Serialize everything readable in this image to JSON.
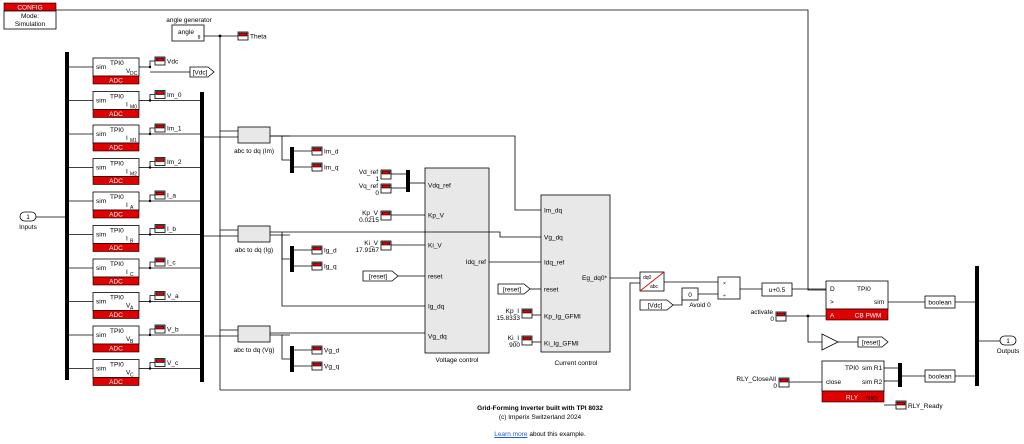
{
  "config": {
    "label": "CONFIG",
    "mode_label": "Mode:",
    "mode_value": "Simulation"
  },
  "angle_gen": {
    "title": "angle generator",
    "inner": "angle",
    "port": "θ",
    "out": "Theta"
  },
  "inputs": {
    "num": "1",
    "label": "Inputs"
  },
  "outputs": {
    "num": "1",
    "label": "Outputs"
  },
  "adc_blocks": [
    {
      "sim": "sim",
      "tpi": "TPI0",
      "sig": "V",
      "sub": "DC",
      "adc": "ADC",
      "out": "Vdc"
    },
    {
      "sim": "sim",
      "tpi": "TPI0",
      "sig": "I",
      "sub": "M0",
      "adc": "ADC",
      "out": "Im_0"
    },
    {
      "sim": "sim",
      "tpi": "TPI0",
      "sig": "I",
      "sub": "M1",
      "adc": "ADC",
      "out": "Im_1"
    },
    {
      "sim": "sim",
      "tpi": "TPI0",
      "sig": "I",
      "sub": "M2",
      "adc": "ADC",
      "out": "Im_2"
    },
    {
      "sim": "sim",
      "tpi": "TPI0",
      "sig": "I",
      "sub": "A",
      "adc": "ADC",
      "out": "I_a"
    },
    {
      "sim": "sim",
      "tpi": "TPI0",
      "sig": "I",
      "sub": "B",
      "adc": "ADC",
      "out": "I_b"
    },
    {
      "sim": "sim",
      "tpi": "TPI0",
      "sig": "I",
      "sub": "C",
      "adc": "ADC",
      "out": "I_c"
    },
    {
      "sim": "sim",
      "tpi": "TPI0",
      "sig": "V",
      "sub": "A",
      "adc": "ADC",
      "out": "V_a"
    },
    {
      "sim": "sim",
      "tpi": "TPI0",
      "sig": "V",
      "sub": "B",
      "adc": "ADC",
      "out": "V_b"
    },
    {
      "sim": "sim",
      "tpi": "TPI0",
      "sig": "V",
      "sub": "C",
      "adc": "ADC",
      "out": "V_c"
    }
  ],
  "vdc_goto": "[Vdc]",
  "transforms": [
    {
      "label": "abc to dq (Im)",
      "d": "Im_d",
      "q": "Im_q"
    },
    {
      "label": "abc to dq (Ig)",
      "d": "Ig_d",
      "q": "Ig_q"
    },
    {
      "label": "abc to dq (Vg)",
      "d": "Vg_d",
      "q": "Vg_q"
    }
  ],
  "voltage_control": {
    "label": "Voltage control",
    "ports_in": [
      "Vdq_ref",
      "Kp_V",
      "Ki_V",
      "reset",
      "Ig_dq",
      "Vg_dq"
    ],
    "port_out": "Idq_ref",
    "consts": [
      {
        "name": "Vd_ref",
        "value": "1"
      },
      {
        "name": "Vq_ref",
        "value": "0"
      },
      {
        "name": "Kp_V",
        "value": "0.0215"
      },
      {
        "name": "Ki_V",
        "value": "17.9167"
      }
    ],
    "reset_from": "[reset]"
  },
  "current_control": {
    "label": "Current control",
    "ports_in": [
      "Im_dq",
      "Vg_dq",
      "Idq_ref",
      "reset",
      "Kp_Ig_GFMI",
      "Ki_Ig_GFMI"
    ],
    "port_out": "Eg_dq0*",
    "consts": [
      {
        "name": "Kp_I",
        "value": "15.8333"
      },
      {
        "name": "Ki_I",
        "value": "900"
      }
    ],
    "reset_from": "[reset]"
  },
  "dq0abc": {
    "top": "dq0",
    "bottom": "abc"
  },
  "vdc_from": "[Vdc]",
  "avoid": {
    "value": "0",
    "label": "Avoid 0"
  },
  "divide": {
    "a": "×",
    "b": "÷"
  },
  "bias": "u+0.5",
  "pwm": {
    "d": "D",
    "tpi": "TPI0",
    "clk": ">",
    "sim": "sim",
    "a": "A",
    "label": "CB PWM"
  },
  "activate": {
    "name": "activate",
    "value": "0"
  },
  "reset_goto": "[reset]",
  "relay": {
    "name": "RLY_CloseAll",
    "value": "0",
    "close": "close",
    "tpi": "TPI0",
    "r1": "sim R1",
    "r2": "sim R2",
    "label": "RLY",
    "ready": "ready",
    "ready_out": "RLY_Ready"
  },
  "boolean_label": "boolean",
  "footer": {
    "title": "Grid-Forming Inverter built with TPI 8032",
    "copyright": "(c) Imperix Switzerland 2024",
    "link": "Learn more",
    "link_suffix": " about this example."
  }
}
